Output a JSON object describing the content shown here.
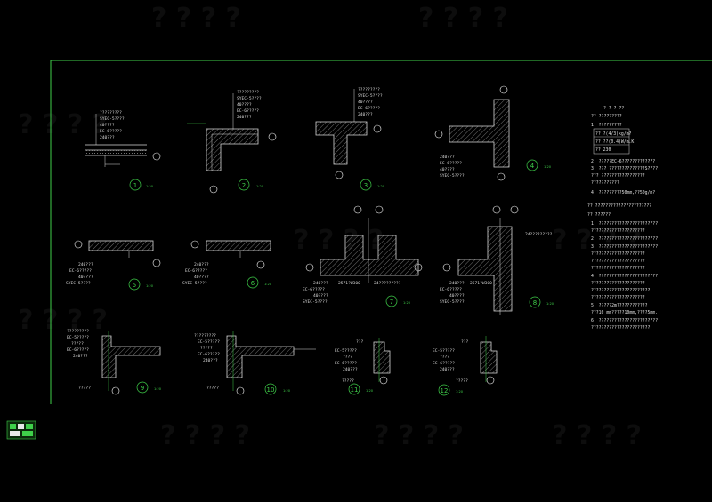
{
  "colors": {
    "background": "#000000",
    "frame": "#3fd04a",
    "line": "#d8d8d8",
    "dim": "#3fd04a",
    "bubble": "#ffffff"
  },
  "details": [
    {
      "num": "1",
      "scale": "1:20",
      "labels": [
        "?????????",
        "SYEC-5????",
        "40????",
        "EC-6?????",
        "240???"
      ]
    },
    {
      "num": "2",
      "scale": "1:20",
      "labels": [
        "?????????",
        "SYEC-5????",
        "40????",
        "EC-6?????",
        "240???"
      ]
    },
    {
      "num": "3",
      "scale": "1:20",
      "labels": [
        "?????????",
        "SYEC-5????",
        "40????",
        "EC-6?????",
        "240???"
      ]
    },
    {
      "num": "4",
      "scale": "1:20",
      "labels": [
        "240???",
        "EC-6?????",
        "40????",
        "SYEC-5????"
      ]
    },
    {
      "num": "5",
      "scale": "1:20",
      "labels": [
        "240???",
        "EC-6?????",
        "40????",
        "SYEC-5????"
      ]
    },
    {
      "num": "6",
      "scale": "1:20",
      "labels": [
        "240???",
        "EC-6?????",
        "40????",
        "SYEC-5????"
      ]
    },
    {
      "num": "7",
      "scale": "1:20",
      "labels": [
        "240???",
        "EC-6?????",
        "40????",
        "SYEC-5????",
        "2571?W300",
        "24?????????"
      ]
    },
    {
      "num": "8",
      "scale": "1:20",
      "labels": [
        "240???",
        "EC-6?????",
        "40????",
        "SYEC-5????",
        "2571?W300",
        "24?????????"
      ]
    },
    {
      "num": "9",
      "scale": "1:20",
      "labels": [
        "?????????",
        "EC-5?????",
        "?????",
        "EC-6?????",
        "240???",
        "?????"
      ]
    },
    {
      "num": "10",
      "scale": "1:20",
      "labels": [
        "?????????",
        "EC-5?????",
        "?????",
        "EC-6?????",
        "240???",
        "?????"
      ]
    },
    {
      "num": "11",
      "scale": "1:20",
      "labels": [
        "???",
        "EC-5?????",
        "????",
        "EC-6?????",
        "240???",
        "?????"
      ]
    },
    {
      "num": "12",
      "scale": "1:20",
      "labels": [
        "???",
        "EC-5?????",
        "????",
        "EC-6?????",
        "240???",
        "?????"
      ]
    }
  ],
  "notes": {
    "title": "? ? ? ??",
    "lines": [
      "??  ?????????",
      "1. ?????????",
      "??  ?(4/3)kg/m?",
      "??  ??(0.4)W/m.K",
      "??  230",
      "2. ?????EC-6?????????????",
      "3. ??? ??????????????S????",
      "   ??? ?????????????????",
      "   ???????????",
      "4. ?????????50mm,??50g/m?",
      "?? ??????????????????????",
      "?? ??????",
      "1. ???????????????????????",
      "   ?????????????????????",
      "2. ???????????????????????",
      "3. ???????????????????????",
      "   ?????????????????????",
      "   ?????????????????????",
      "   ?????????????????????",
      "4. ???????????????????????",
      "   ?????????????????????",
      "   ???????????????????????",
      "   ?????????????????????",
      "5. ?????2m????????????",
      "   ???10 mm?????10mm,????5mm.",
      "6. ???????????????????????",
      "   ???????????????????????"
    ]
  },
  "watermark": "? ? ? ?"
}
